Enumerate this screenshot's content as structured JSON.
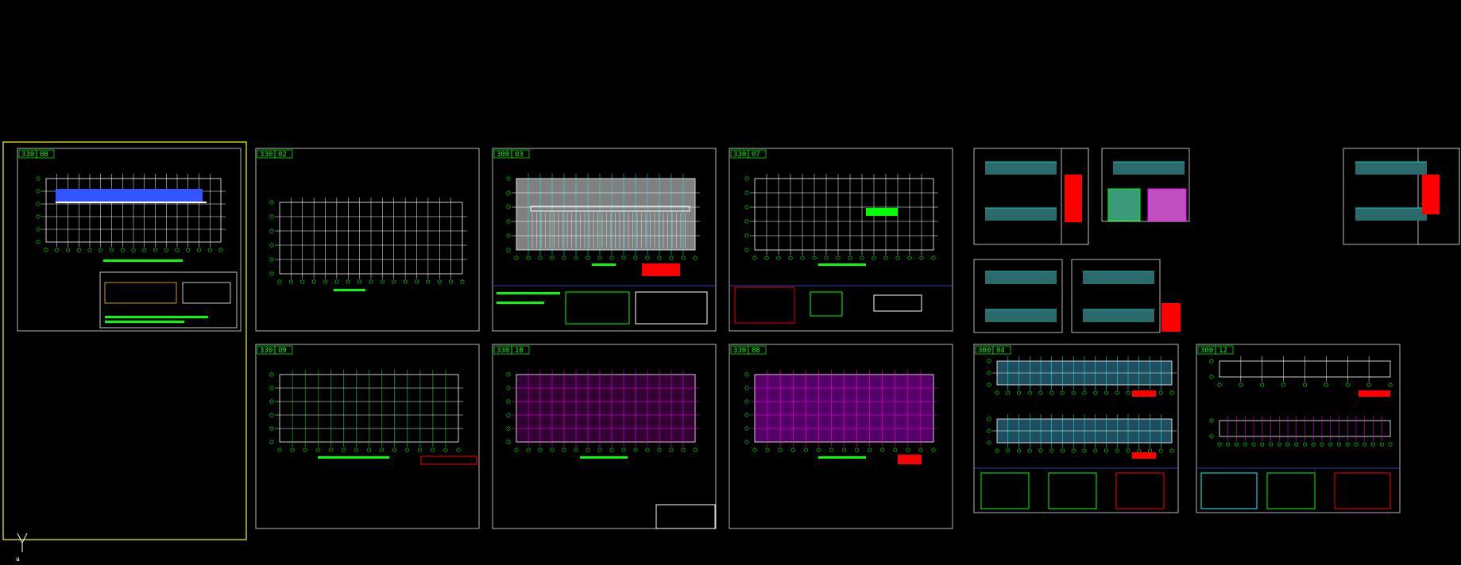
{
  "viewport": {
    "background": "#000000",
    "active_frame_color": "#ffff00",
    "frame_color": "#c8c8c8",
    "accent": "#00ff00",
    "grid_color": "#ffffff",
    "highlight": "#ff0000",
    "blue": "#3355ff",
    "cyan": "#00ffff",
    "magenta": "#ff00ff"
  },
  "sheets": [
    {
      "tag_a": "330",
      "tag_b": "08"
    },
    {
      "tag_a": "330",
      "tag_b": "02"
    },
    {
      "tag_a": "300",
      "tag_b": "03"
    },
    {
      "tag_a": "330",
      "tag_b": "07"
    },
    {
      "tag_a": "330",
      "tag_b": "09"
    },
    {
      "tag_a": "330",
      "tag_b": "10"
    },
    {
      "tag_a": "330",
      "tag_b": "08"
    },
    {
      "tag_a": "300",
      "tag_b": "04"
    },
    {
      "tag_a": "300",
      "tag_b": "12"
    }
  ],
  "ucs_icon": "ucs-icon",
  "ucs_label": "a"
}
